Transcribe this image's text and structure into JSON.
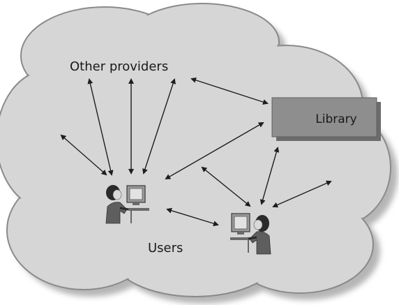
{
  "diagram": {
    "labels": {
      "providers": "Other providers",
      "library": "Library",
      "users": "Users"
    },
    "colors": {
      "cloud_fill": "#d6d6d6",
      "cloud_stroke": "#8a8a8a",
      "shadow": "#8f8f8f",
      "library_fill": "#8e8e8e",
      "library_shadow": "#6b6b6b",
      "arrow": "#1e1e1e"
    }
  }
}
